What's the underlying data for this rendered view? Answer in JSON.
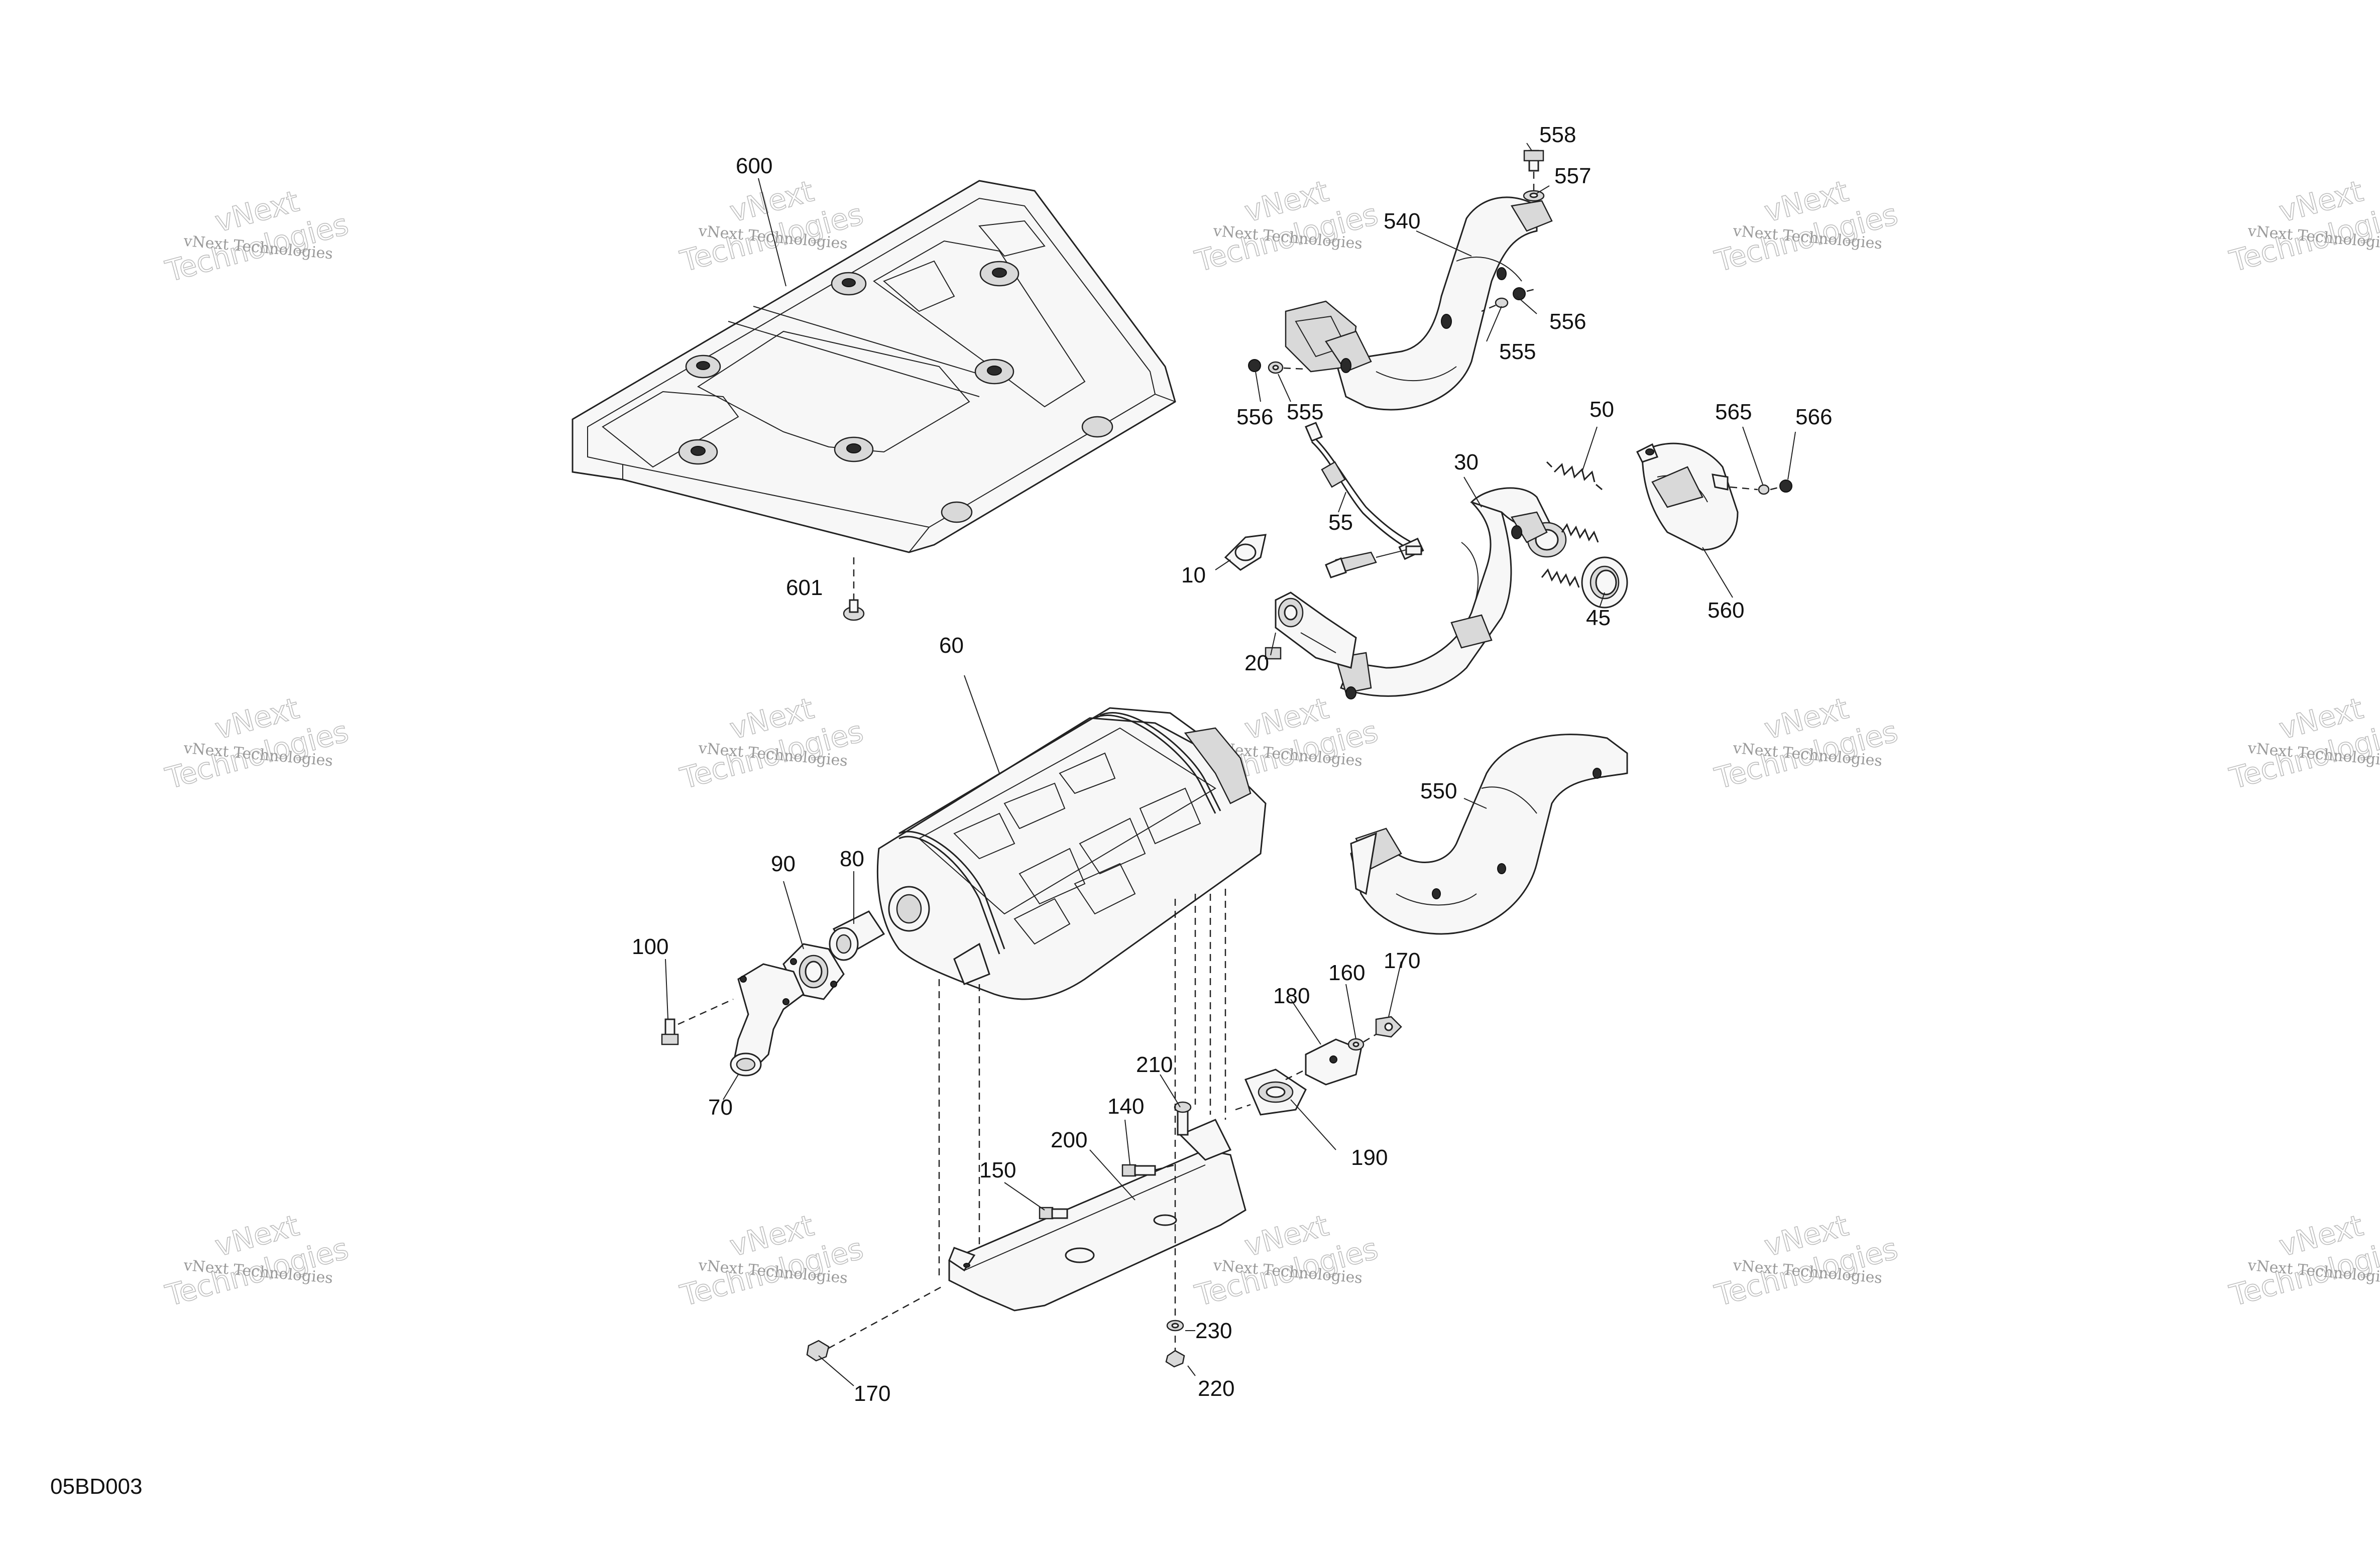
{
  "watermark": {
    "line1": "vNext Technologies",
    "line2": "vNext",
    "line3": "Technologies"
  },
  "callouts": {
    "c600": "600",
    "c601": "601",
    "c558": "558",
    "c557": "557",
    "c540": "540",
    "c556a": "556",
    "c555a": "555",
    "c556b": "556",
    "c555b": "555",
    "c50": "50",
    "c565": "565",
    "c566": "566",
    "c30": "30",
    "c55": "55",
    "c10": "10",
    "c20": "20",
    "c45": "45",
    "c560": "560",
    "c60": "60",
    "c550": "550",
    "c90": "90",
    "c80": "80",
    "c100": "100",
    "c70": "70",
    "c180": "180",
    "c160": "160",
    "c170a": "170",
    "c210": "210",
    "c140": "140",
    "c200": "200",
    "c190": "190",
    "c150": "150",
    "c230": "230",
    "c220": "220",
    "c170b": "170"
  },
  "figure_code": "05BD003"
}
